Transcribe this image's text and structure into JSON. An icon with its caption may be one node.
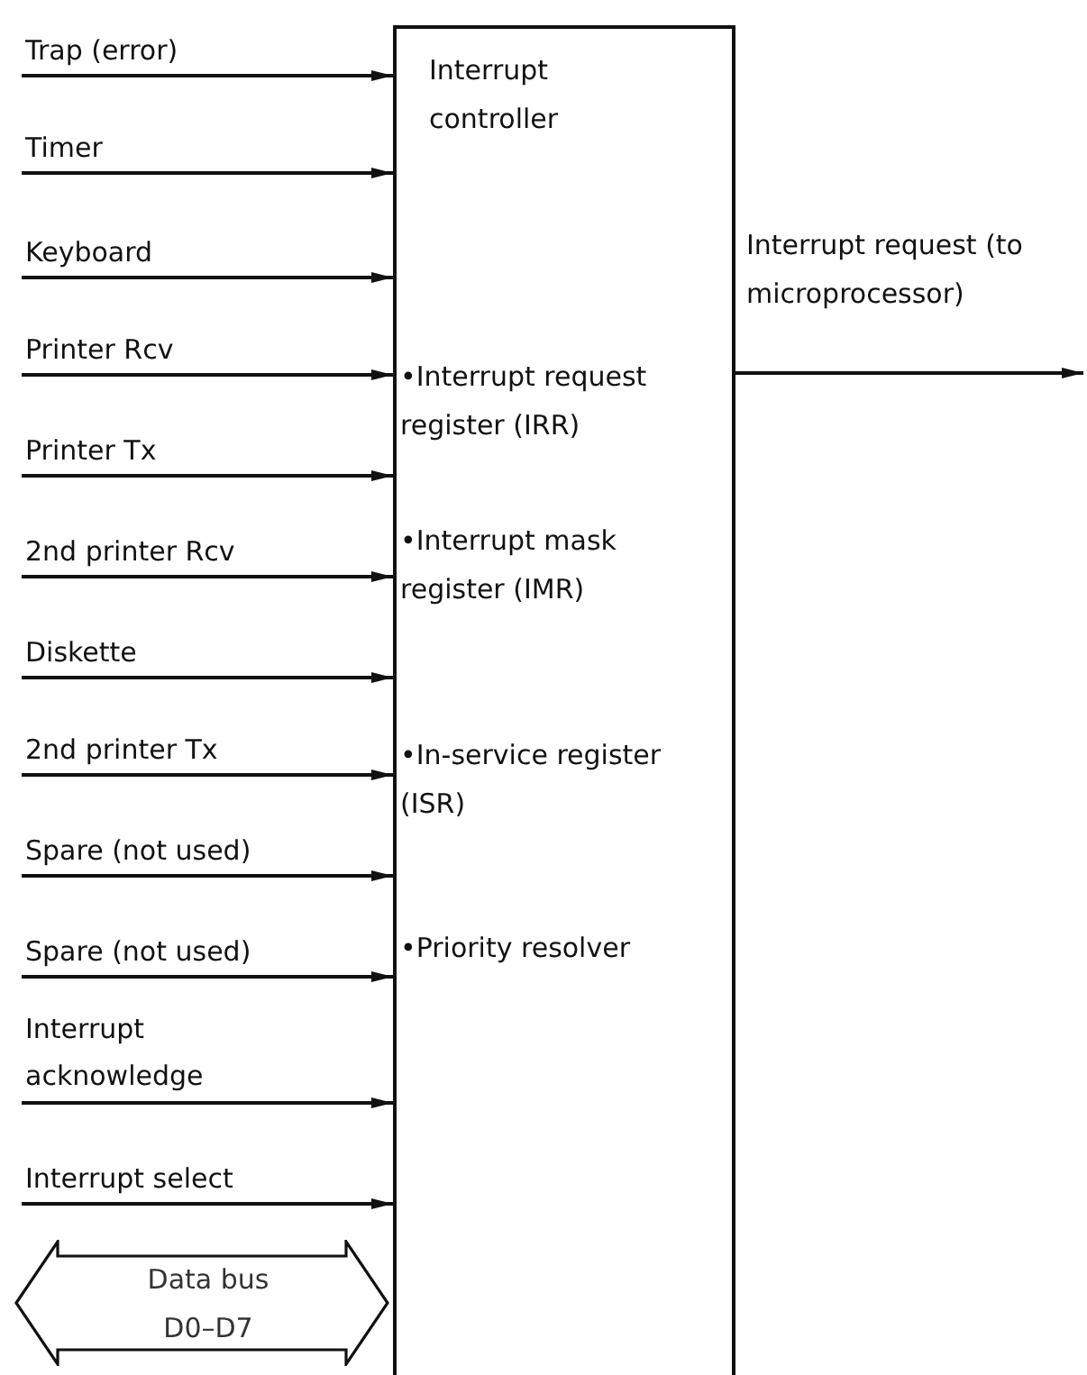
{
  "diagram": {
    "nodes": [
      {
        "text": [
          "Interrupt controller",
          "•Interrupt request register (IRR)",
          "•Interrupt mask register (IMR)",
          "•In-service register (ISR)",
          "•Priority resolver"
        ]
      },
      {
        "text": [
          "Trap (error)"
        ]
      },
      {
        "text": [
          "Timer"
        ]
      },
      {
        "text": [
          "Keyboard"
        ]
      },
      {
        "text": [
          "Printer Rcv"
        ]
      },
      {
        "text": [
          "Printer Tx"
        ]
      },
      {
        "text": [
          "2nd printer Rcv"
        ]
      },
      {
        "text": [
          "Diskette"
        ]
      },
      {
        "text": [
          "2nd printer Tx"
        ]
      },
      {
        "text": [
          "Spare (not used)"
        ]
      },
      {
        "text": [
          "Spare (not used)"
        ]
      },
      {
        "text": [
          "Interrupt acknowledge"
        ]
      },
      {
        "text": [
          "Interrupt select"
        ]
      },
      {
        "text": [
          "Data bus D0–D7"
        ]
      }
    ],
    "edges": [
      {
        "from": 1,
        "to": 0,
        "arrow": "to"
      },
      {
        "from": 2,
        "to": 0,
        "arrow": "to"
      },
      {
        "from": 3,
        "to": 0,
        "arrow": "to"
      },
      {
        "from": 4,
        "to": 0,
        "arrow": "to"
      },
      {
        "from": 5,
        "to": 0,
        "arrow": "to"
      },
      {
        "from": 6,
        "to": 0,
        "arrow": "to"
      },
      {
        "from": 7,
        "to": 0,
        "arrow": "to"
      },
      {
        "from": 8,
        "to": 0,
        "arrow": "to"
      },
      {
        "from": 9,
        "to": 0,
        "arrow": "to"
      },
      {
        "from": 10,
        "to": 0,
        "arrow": "to"
      },
      {
        "from": 11,
        "to": 0,
        "arrow": "to"
      },
      {
        "from": 12,
        "to": 0,
        "arrow": "to"
      },
      {
        "from": 0,
        "to": null,
        "arrow": "to",
        "label": "Interrupt request (to microprocessor)"
      }
    ]
  }
}
